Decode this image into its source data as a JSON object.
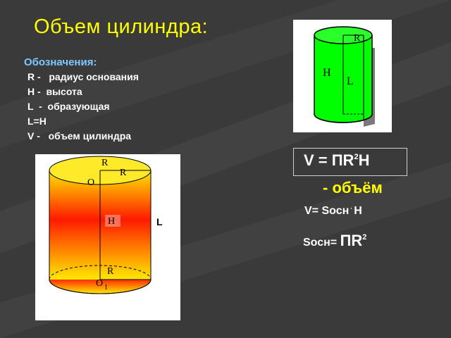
{
  "slide": {
    "title": "Объем цилиндра:",
    "legend": {
      "heading": "Обозначения:",
      "items": [
        {
          "symbol": "R",
          "sep": " - ",
          "text": "  радиус основания"
        },
        {
          "symbol": "H",
          "sep": " - ",
          "text": " высота"
        },
        {
          "symbol": "L",
          "sep": "  - ",
          "text": " образующая"
        },
        {
          "symbol": "L=H",
          "sep": "",
          "text": ""
        },
        {
          "symbol": "V",
          "sep": " - ",
          "text": "  объем цилиндра"
        }
      ]
    },
    "green_figure": {
      "labels": {
        "radius": "R",
        "height": "H",
        "generatrix": "L"
      },
      "color": "#00ff00"
    },
    "orange_figure": {
      "labels": {
        "radius_top_small": "R",
        "radius_top": "R",
        "center_top": "O",
        "height": "H",
        "generatrix": "L",
        "radius_bottom": "R",
        "center_bottom": "O",
        "center_bottom_sub": "1"
      },
      "colors": {
        "edge": "#ffd700",
        "center": "#ff2000"
      }
    },
    "formula": {
      "lhs": "V = ПR",
      "exp": "2",
      "rhs": "H",
      "note": "- объём"
    },
    "formula2": {
      "text": "V= Sосн",
      "dot": "·",
      "end": "H"
    },
    "formula3": {
      "text": "Sосн= ",
      "big": "ПR",
      "exp": "2"
    },
    "colors": {
      "accent": "#ffff00",
      "background": "#3b3b3b",
      "heading": "#7ec8ff"
    }
  }
}
